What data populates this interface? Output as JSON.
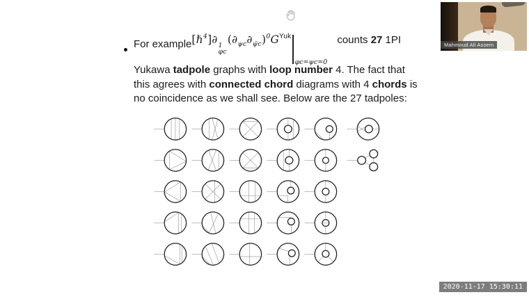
{
  "icons": {
    "cursor": "grab-hand"
  },
  "timestamp": "2020-11-17 15:30:11",
  "webcam": {
    "name_label": "Mahmoud Ali Assem"
  },
  "slide": {
    "formula": {
      "intro": "For example ",
      "hbar_bracket": "[ℏ",
      "hbar_exp": "4",
      "bracket_close": "]",
      "partial": "∂",
      "partial_sup": "1",
      "partial_sub": "φc",
      "paren_open": "(",
      "partial2": "∂",
      "partial2_sub": "ψc",
      "partial3": "∂",
      "partial3_sub": "ψ̄c",
      "paren_close": ")",
      "paren_exp": "0",
      "G": "G",
      "G_sup": "Yuk",
      "eval_sub": "φc=ψc=0",
      "counts_pre": "counts ",
      "counts_num": "27",
      "counts_post": " 1PI"
    },
    "paragraph_lines": [
      [
        {
          "t": "Yukawa ",
          "b": 0
        },
        {
          "t": "tadpole",
          "b": 1
        },
        {
          "t": " graphs with ",
          "b": 0
        },
        {
          "t": "loop number",
          "b": 1
        },
        {
          "t": " 4. The fact that",
          "b": 0
        }
      ],
      [
        {
          "t": "this agrees with ",
          "b": 0
        },
        {
          "t": "connected chord",
          "b": 1
        },
        {
          "t": " diagrams with 4 ",
          "b": 0
        },
        {
          "t": "chords",
          "b": 1
        },
        {
          "t": " is",
          "b": 0
        }
      ],
      [
        {
          "t": "no coincidence as we shall see. Below are the 27 tadpoles:",
          "b": 0
        }
      ]
    ],
    "diagrams": {
      "description": "27 Yukawa tadpole graphs, loop number 4",
      "rows": [
        [
          {
            "tail": [
              3,
              45,
              33,
              45
            ],
            "circles": [
              [
                65,
                45,
                32
              ]
            ],
            "lines": [
              [
                53,
                15.5,
                53,
                74.5
              ],
              [
                65,
                13,
                65,
                77
              ],
              [
                77,
                15.5,
                77,
                74.5
              ]
            ]
          },
          {
            "tail": [
              3,
              45,
              33,
              45
            ],
            "circles": [
              [
                65,
                45,
                32
              ]
            ],
            "lines": [
              [
                54,
                15.5,
                54,
                74.5
              ],
              [
                63,
                14,
                79,
                73
              ],
              [
                79,
                17,
                63,
                76
              ]
            ]
          },
          {
            "tail": [
              3,
              45,
              33,
              45
            ],
            "circles": [
              [
                65,
                45,
                32
              ]
            ],
            "lines": [
              [
                42.4,
                22.4,
                87.6,
                67.6
              ],
              [
                87.6,
                22.4,
                42.4,
                67.6
              ],
              [
                42.4,
                22.4,
                87.6,
                22.4
              ]
            ]
          },
          {
            "tail": [
              3,
              45,
              33,
              45
            ],
            "circles": [
              [
                65,
                45,
                32
              ],
              [
                65,
                45,
                11
              ]
            ],
            "lines": [
              [
                65,
                13,
                65,
                34
              ],
              [
                65,
                56,
                65,
                77
              ],
              [
                80,
                17,
                80,
                73
              ]
            ]
          },
          {
            "tail": [
              3,
              45,
              33,
              45
            ],
            "circles": [
              [
                65,
                45,
                32
              ],
              [
                76,
                45,
                10
              ]
            ],
            "lines": [
              [
                76,
                55,
                76,
                76
              ],
              [
                36,
                54,
                57,
                74.5
              ]
            ]
          },
          {
            "tail": [
              3,
              45,
              33,
              45
            ],
            "circles": [
              [
                65,
                45,
                32
              ],
              [
                67,
                45,
                11
              ]
            ],
            "lines": [
              [
                33,
                37,
                57,
                51
              ],
              [
                33,
                53,
                57,
                39
              ],
              [
                78,
                45,
                96.8,
                45
              ]
            ]
          }
        ],
        [
          {
            "tail": [
              3,
              45,
              33,
              45
            ],
            "circles": [
              [
                65,
                45,
                32
              ]
            ],
            "lines": [
              [
                48,
                18,
                48,
                72
              ],
              [
                48,
                18,
                96.5,
                48
              ],
              [
                48,
                72,
                96.5,
                48
              ]
            ]
          },
          {
            "tail": [
              3,
              45,
              33,
              45
            ],
            "circles": [
              [
                65,
                45,
                32
              ]
            ],
            "lines": [
              [
                52,
                15,
                74,
                74
              ],
              [
                74,
                16,
                52,
                73
              ],
              [
                82,
                18,
                82,
                72
              ]
            ]
          },
          {
            "tail": [
              3,
              45,
              33,
              45
            ],
            "circles": [
              [
                65,
                45,
                32
              ]
            ],
            "lines": [
              [
                42.4,
                22.4,
                87.6,
                67.6
              ],
              [
                87.6,
                22.4,
                42.4,
                67.6
              ],
              [
                42.4,
                67.6,
                87.6,
                67.6
              ]
            ]
          },
          {
            "tail": [
              3,
              45,
              33,
              45
            ],
            "circles": [
              [
                65,
                45,
                32
              ],
              [
                68,
                45,
                11
              ]
            ],
            "lines": [
              [
                68,
                13.5,
                68,
                34
              ],
              [
                68,
                56,
                68,
                76.5
              ],
              [
                52,
                18,
                52,
                72
              ]
            ]
          },
          {
            "tail": [
              3,
              45,
              33,
              45
            ],
            "circles": [
              [
                65,
                45,
                32
              ],
              [
                65,
                45,
                9
              ]
            ],
            "lines": [
              [
                65,
                13,
                65,
                36
              ],
              [
                65,
                54,
                65,
                77
              ]
            ]
          },
          {
            "tail": [
              3,
              45,
              34,
              45
            ],
            "circles": [
              [
                46,
                45,
                12
              ],
              [
                81,
                26,
                12
              ],
              [
                81,
                64,
                12
              ]
            ],
            "lines": [
              [
                56,
                38,
                71,
                31
              ],
              [
                56,
                52,
                71,
                59
              ],
              [
                81,
                38,
                81,
                52
              ]
            ]
          }
        ],
        [
          {
            "tail": [
              3,
              45,
              33,
              45
            ],
            "circles": [
              [
                65,
                45,
                32
              ]
            ],
            "lines": [
              [
                33.5,
                46,
                80,
                17
              ],
              [
                80,
                17,
                80,
                73
              ],
              [
                33.5,
                46,
                80,
                73
              ]
            ]
          },
          {
            "tail": [
              3,
              45,
              33,
              45
            ],
            "circles": [
              [
                65,
                45,
                32
              ]
            ],
            "lines": [
              [
                42.4,
                22.4,
                87.6,
                67.6
              ],
              [
                87.6,
                22.4,
                42.4,
                67.6
              ],
              [
                70,
                13.5,
                70,
                76.5
              ]
            ]
          },
          {
            "tail": [
              3,
              45,
              33,
              45
            ],
            "circles": [
              [
                65,
                45,
                32
              ]
            ],
            "lines": [
              [
                60,
                13.5,
                60,
                76.5
              ],
              [
                78,
                16,
                78,
                74
              ],
              [
                35.3,
                57,
                94.7,
                57
              ]
            ]
          },
          {
            "tail": [
              3,
              45,
              33,
              45
            ],
            "circles": [
              [
                65,
                45,
                32
              ],
              [
                73,
                42,
                10
              ]
            ],
            "lines": [
              [
                73,
                14,
                73,
                32
              ],
              [
                35.5,
                57,
                64,
                57
              ],
              [
                64,
                57,
                64,
                76.5
              ]
            ]
          },
          {
            "tail": [
              3,
              45,
              33,
              45
            ],
            "circles": [
              [
                65,
                45,
                32
              ],
              [
                65,
                45,
                10
              ]
            ],
            "lines": [
              [
                65,
                13,
                65,
                35
              ],
              [
                65,
                55,
                65,
                77
              ]
            ]
          }
        ],
        [
          {
            "tail": [
              3,
              45,
              33,
              45
            ],
            "circles": [
              [
                65,
                45,
                32
              ]
            ],
            "lines": [
              [
                33.5,
                42,
                74,
                14.5
              ],
              [
                74,
                14.5,
                74,
                75.5
              ],
              [
                83,
                18.5,
                83,
                71.5
              ]
            ]
          },
          {
            "tail": [
              3,
              45,
              33,
              45
            ],
            "circles": [
              [
                65,
                45,
                32
              ]
            ],
            "lines": [
              [
                58,
                14,
                73,
                75
              ],
              [
                80,
                19,
                54,
                74
              ],
              [
                36,
                55,
                54,
                74
              ]
            ]
          },
          {
            "tail": [
              3,
              45,
              33,
              45
            ],
            "circles": [
              [
                65,
                45,
                32
              ]
            ],
            "lines": [
              [
                60,
                13.5,
                60,
                76.5
              ],
              [
                76,
                16,
                76,
                74
              ],
              [
                35.3,
                33,
                94.7,
                33
              ]
            ]
          },
          {
            "tail": [
              3,
              45,
              33,
              45
            ],
            "circles": [
              [
                65,
                45,
                32
              ],
              [
                74,
                41,
                10
              ]
            ],
            "lines": [
              [
                37.5,
                29,
                74,
                29
              ],
              [
                74,
                51,
                74,
                76.5
              ]
            ]
          },
          {
            "tail": [
              3,
              45,
              33,
              45
            ],
            "circles": [
              [
                65,
                45,
                32
              ],
              [
                65,
                45,
                10
              ]
            ],
            "lines": [
              [
                65,
                13.5,
                65,
                35
              ],
              [
                65,
                55,
                65,
                76.5
              ],
              [
                55,
                45,
                75,
                45
              ]
            ]
          }
        ],
        [
          {
            "tail": [
              3,
              45,
              33,
              45
            ],
            "circles": [
              [
                65,
                45,
                32
              ]
            ],
            "lines": [
              [
                78,
                16,
                78,
                74
              ],
              [
                85,
                20,
                85,
                70
              ],
              [
                33.5,
                49,
                78,
                74
              ]
            ]
          },
          {
            "tail": [
              3,
              45,
              33,
              45
            ],
            "circles": [
              [
                65,
                45,
                32
              ]
            ],
            "lines": [
              [
                44,
                24,
                66,
                76
              ],
              [
                62,
                14,
                82,
                68
              ],
              [
                35,
                53,
                55,
                74
              ]
            ]
          },
          {
            "tail": [
              3,
              45,
              33,
              45
            ],
            "circles": [
              [
                65,
                45,
                32
              ]
            ],
            "lines": [
              [
                62,
                13.5,
                62,
                76.5
              ],
              [
                33.8,
                52,
                96.2,
                52
              ]
            ]
          },
          {
            "tail": [
              3,
              45,
              33,
              45
            ],
            "circles": [
              [
                65,
                45,
                32
              ],
              [
                76,
                42,
                10
              ]
            ],
            "lines": [
              [
                36.5,
                27,
                66.5,
                36.5
              ],
              [
                70,
                52,
                70,
                77
              ]
            ]
          },
          {
            "tail": [
              3,
              45,
              33,
              45
            ],
            "circles": [
              [
                65,
                45,
                32
              ],
              [
                65,
                44,
                10
              ]
            ],
            "lines": [
              [
                65,
                13,
                65,
                34
              ],
              [
                58,
                51,
                42.5,
                67.5
              ],
              [
                72,
                51,
                87.5,
                67.5
              ]
            ]
          }
        ]
      ]
    }
  }
}
